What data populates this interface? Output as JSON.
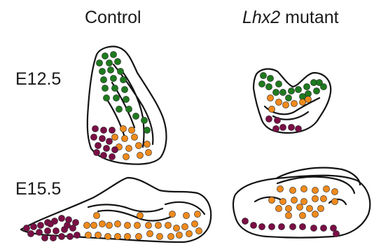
{
  "columns": {
    "control": "Control",
    "mutant_gene": "Lhx2",
    "mutant_suffix": " mutant"
  },
  "rows": {
    "e125": "E12.5",
    "e155": "E15.5"
  },
  "colors": {
    "green": "#1e7a1e",
    "orange": "#f08a1c",
    "purple": "#7a0f45",
    "outline": "#141414"
  }
}
